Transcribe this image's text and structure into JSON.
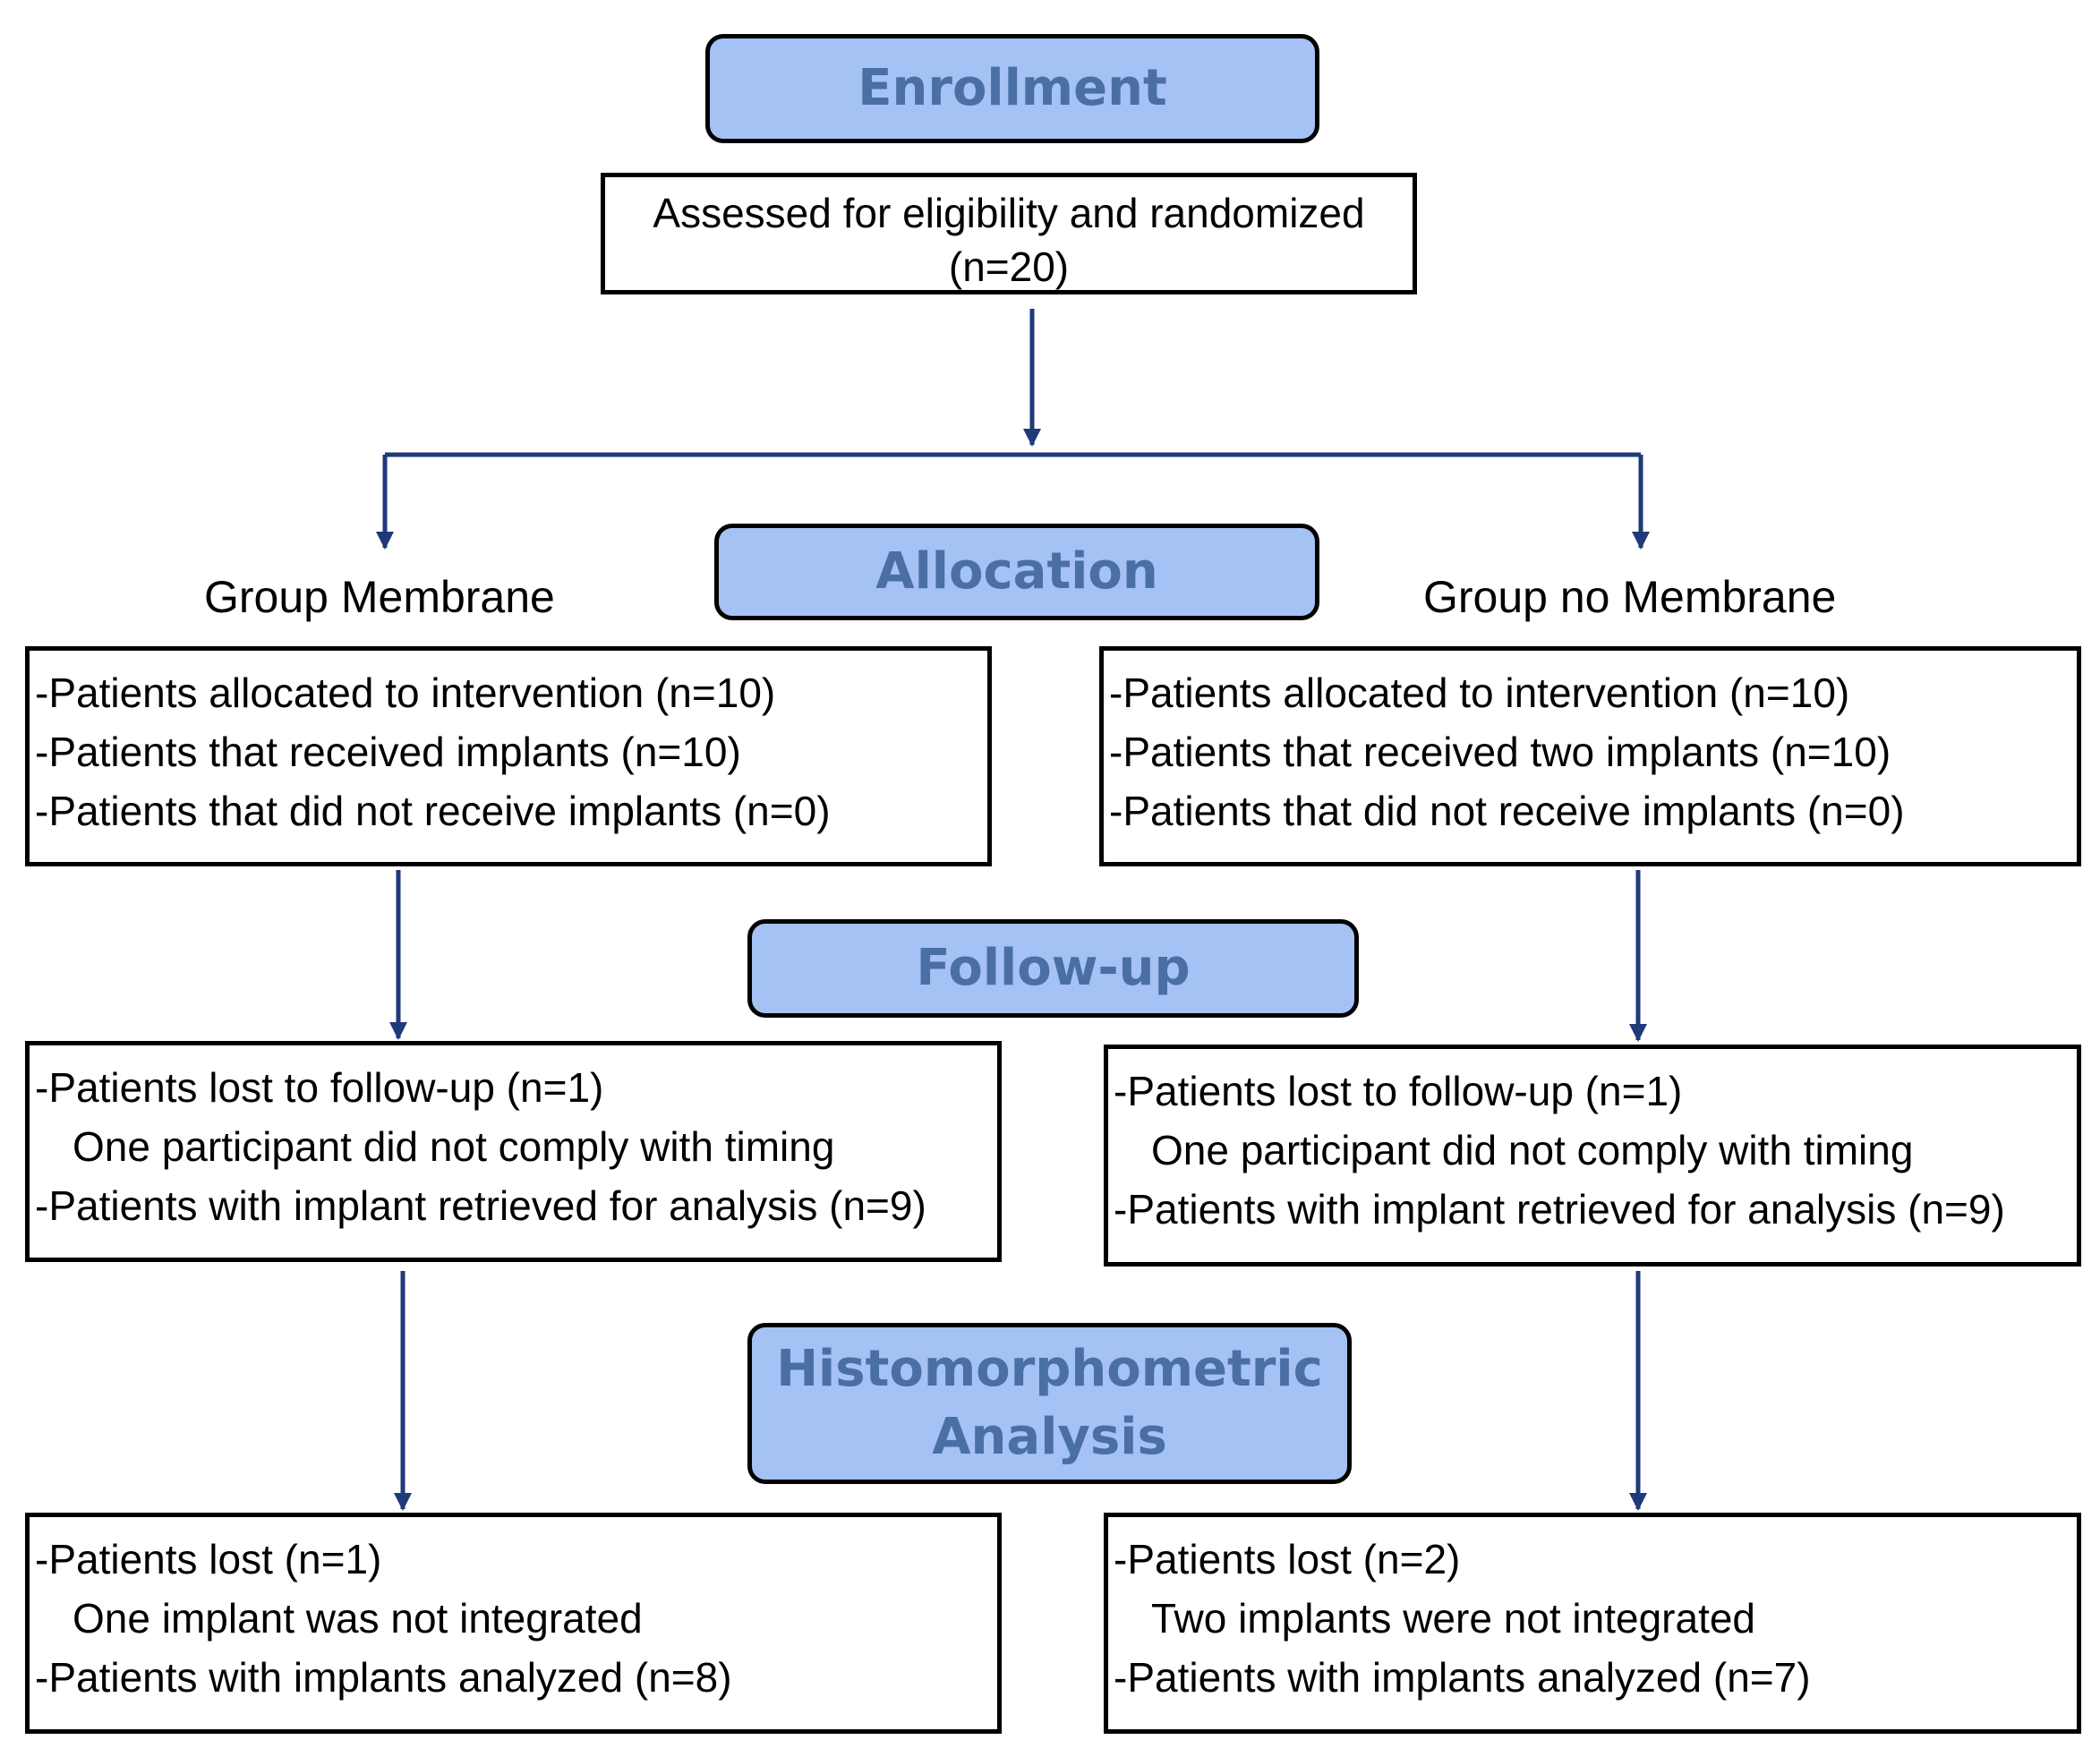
{
  "stages": {
    "enrollment": "Enrollment",
    "allocation": "Allocation",
    "follow_up": "Follow-up",
    "analysis_line1": "Histomorphometric",
    "analysis_line2": "Analysis"
  },
  "assessed": {
    "line1": "Assessed for eligibility and randomized",
    "line2": "(n=20)"
  },
  "groups": {
    "left": "Group Membrane",
    "right": "Group no Membrane"
  },
  "left": {
    "allocation": [
      "-Patients allocated to intervention (n=10)",
      "-Patients that received implants (n=10)",
      "-Patients that did not receive implants (n=0)"
    ],
    "follow_up": [
      "-Patients lost to follow-up (n=1)",
      "One participant did not comply with timing",
      "-Patients with implant retrieved for analysis (n=9)"
    ],
    "analysis": [
      "-Patients lost (n=1)",
      "One implant was not integrated",
      "-Patients with implants analyzed (n=8)"
    ]
  },
  "right": {
    "allocation": [
      "-Patients allocated to intervention (n=10)",
      "-Patients that received two implants (n=10)",
      "-Patients that did not receive implants (n=0)"
    ],
    "follow_up": [
      "-Patients lost to follow-up (n=1)",
      "One participant did not comply with timing",
      "-Patients with implant retrieved for analysis (n=9)"
    ],
    "analysis": [
      "-Patients lost (n=2)",
      "Two implants were not integrated",
      "-Patients with implants analyzed (n=7)"
    ]
  },
  "colors": {
    "stage_fill": "#a4c2f4",
    "stage_text": "#4a6fa5",
    "arrow": "#1f3a7a"
  }
}
